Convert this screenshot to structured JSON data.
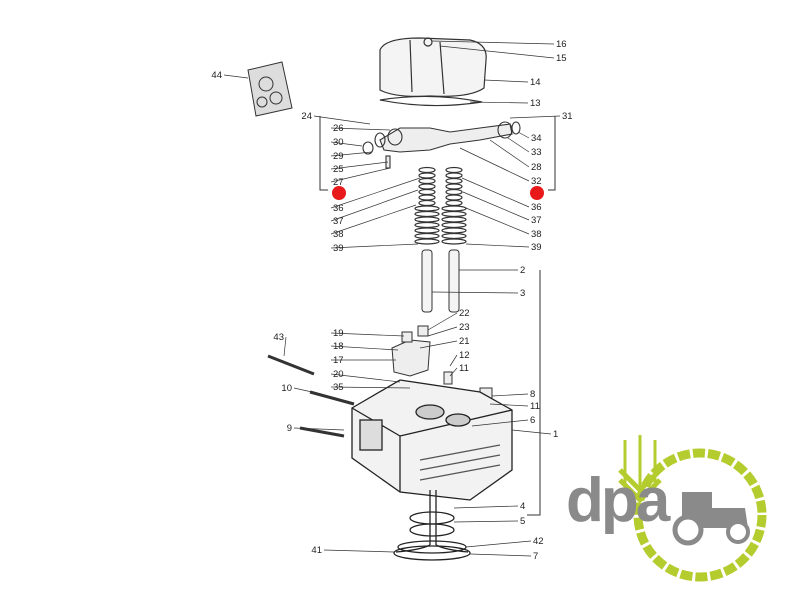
{
  "diagram": {
    "part_labels": [
      "16",
      "15",
      "14",
      "13",
      "44",
      "24",
      "31",
      "26",
      "30",
      "29",
      "25",
      "27",
      "34",
      "33",
      "28",
      "32",
      "36",
      "37",
      "38",
      "39",
      "36",
      "37",
      "38",
      "39",
      "2",
      "3",
      "22",
      "23",
      "21",
      "12",
      "11",
      "19",
      "18",
      "17",
      "20",
      "35",
      "43",
      "10",
      "9",
      "8",
      "11",
      "6",
      "1",
      "4",
      "5",
      "41",
      "42",
      "7"
    ],
    "highlight_color": "#e8191b",
    "highlight_markers": 2
  },
  "logo": {
    "text": "dpa",
    "text_color": "#8a8a8a",
    "accent_color": "#b5cc2e"
  }
}
